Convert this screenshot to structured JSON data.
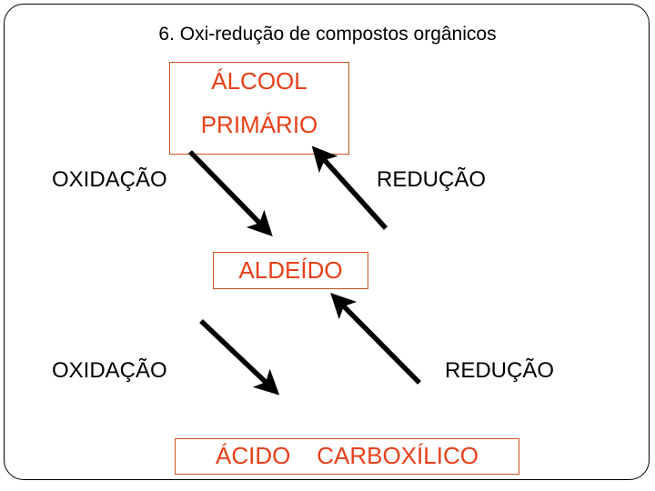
{
  "slide": {
    "title": "6. Oxi-redução de compostos orgânicos",
    "frame_color": "#000000",
    "background": "#ffffff"
  },
  "palette": {
    "box_text": "#e8401a",
    "box_border": "#cc5522",
    "label_text": "#000000",
    "arrow": "#000000"
  },
  "boxes": [
    {
      "id": "alcool",
      "line1": "ÁLCOOL",
      "line2": "PRIMÁRIO"
    },
    {
      "id": "aldeido",
      "text": "ALDEÍDO"
    },
    {
      "id": "acido",
      "text": "ÁCIDO    CARBOXÍLICO"
    }
  ],
  "labels": {
    "oxidation_top": "OXIDAÇÃO",
    "reduction_top": "REDUÇÃO",
    "oxidation_bottom": "OXIDAÇÃO",
    "reduction_bottom": "REDUÇÃO"
  },
  "arrows": [
    {
      "name": "oxidation-arrow-top",
      "direction": "down-right",
      "from": "ÁLCOOL PRIMÁRIO",
      "to": "ALDEÍDO"
    },
    {
      "name": "reduction-arrow-top",
      "direction": "up-left",
      "from": "ALDEÍDO",
      "to": "ÁLCOOL PRIMÁRIO"
    },
    {
      "name": "oxidation-arrow-bottom",
      "direction": "down-right",
      "from": "ALDEÍDO",
      "to": "ÁCIDO CARBOXÍLICO"
    },
    {
      "name": "reduction-arrow-bottom",
      "direction": "up-left",
      "from": "ÁCIDO CARBOXÍLICO",
      "to": "ALDEÍDO"
    }
  ]
}
